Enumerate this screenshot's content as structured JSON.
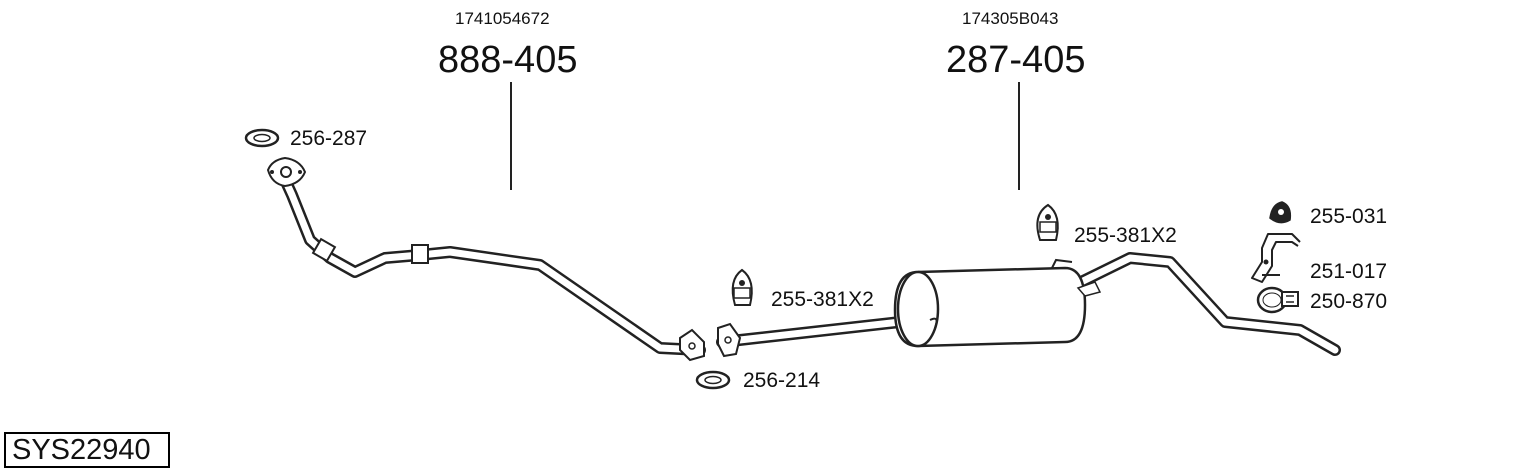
{
  "oem_front": "1741054672",
  "oem_rear": "174305B043",
  "part_front_main": "888-405",
  "part_rear_main": "287-405",
  "parts": {
    "gasket_top": "256-287",
    "gasket_mid": "256-214",
    "hanger_mid": "255-381X2",
    "hanger_rear": "255-381X2",
    "rubber_rear": "255-031",
    "bracket_rear": "251-017",
    "clamp_rear": "250-870"
  },
  "system_code": "SYS22940"
}
